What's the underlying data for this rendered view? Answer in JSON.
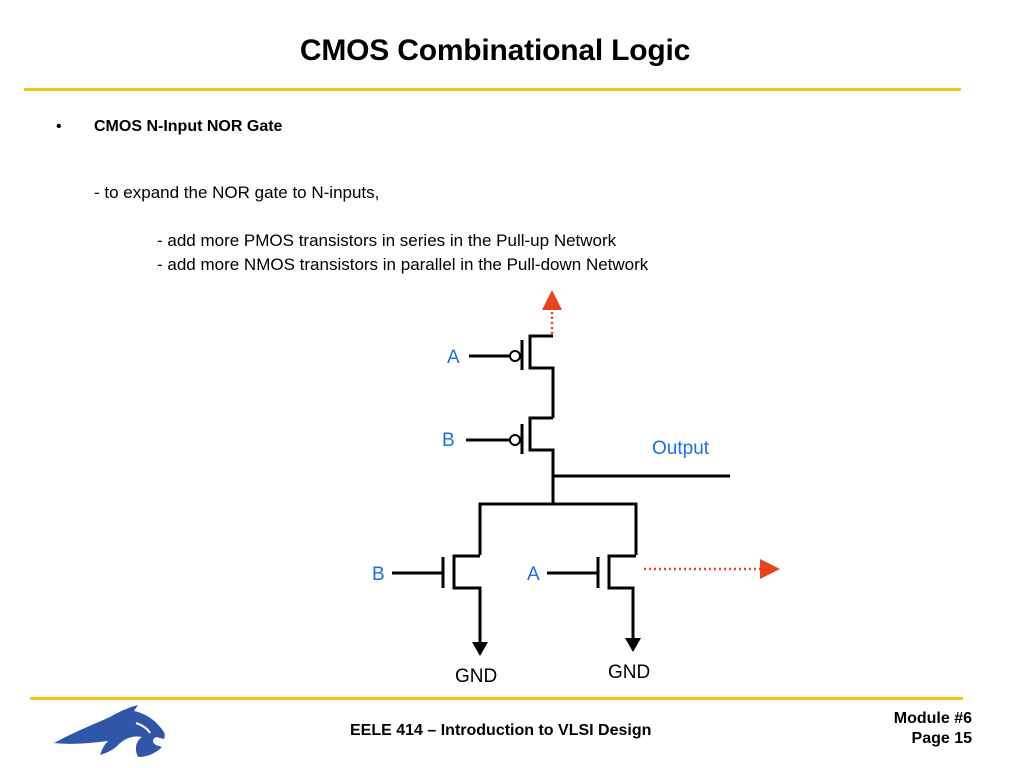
{
  "slide": {
    "title": "CMOS Combinational Logic",
    "bullet_symbol": "•",
    "heading": "CMOS N-Input NOR Gate",
    "lines": [
      "- to expand the NOR gate to N-inputs,",
      "- add more PMOS transistors in series in the Pull-up Network",
      "- add more NMOS transistors in parallel in the Pull-down Network"
    ]
  },
  "diagram": {
    "pmos_inputs": [
      "A",
      "B"
    ],
    "nmos_inputs": [
      "B",
      "A"
    ],
    "output_label": "Output",
    "ground_labels": [
      "GND",
      "GND"
    ],
    "label_color": "#1a6fe0",
    "wire_color": "#000000",
    "expansion_arrow_color": "#e8431c"
  },
  "footer": {
    "course": "EELE 414 – Introduction to VLSI Design",
    "module": "Module #6",
    "page": "Page 15",
    "logo": "bobcat-logo",
    "rule_color": "#f5c518",
    "logo_color": "#2f56a8"
  }
}
